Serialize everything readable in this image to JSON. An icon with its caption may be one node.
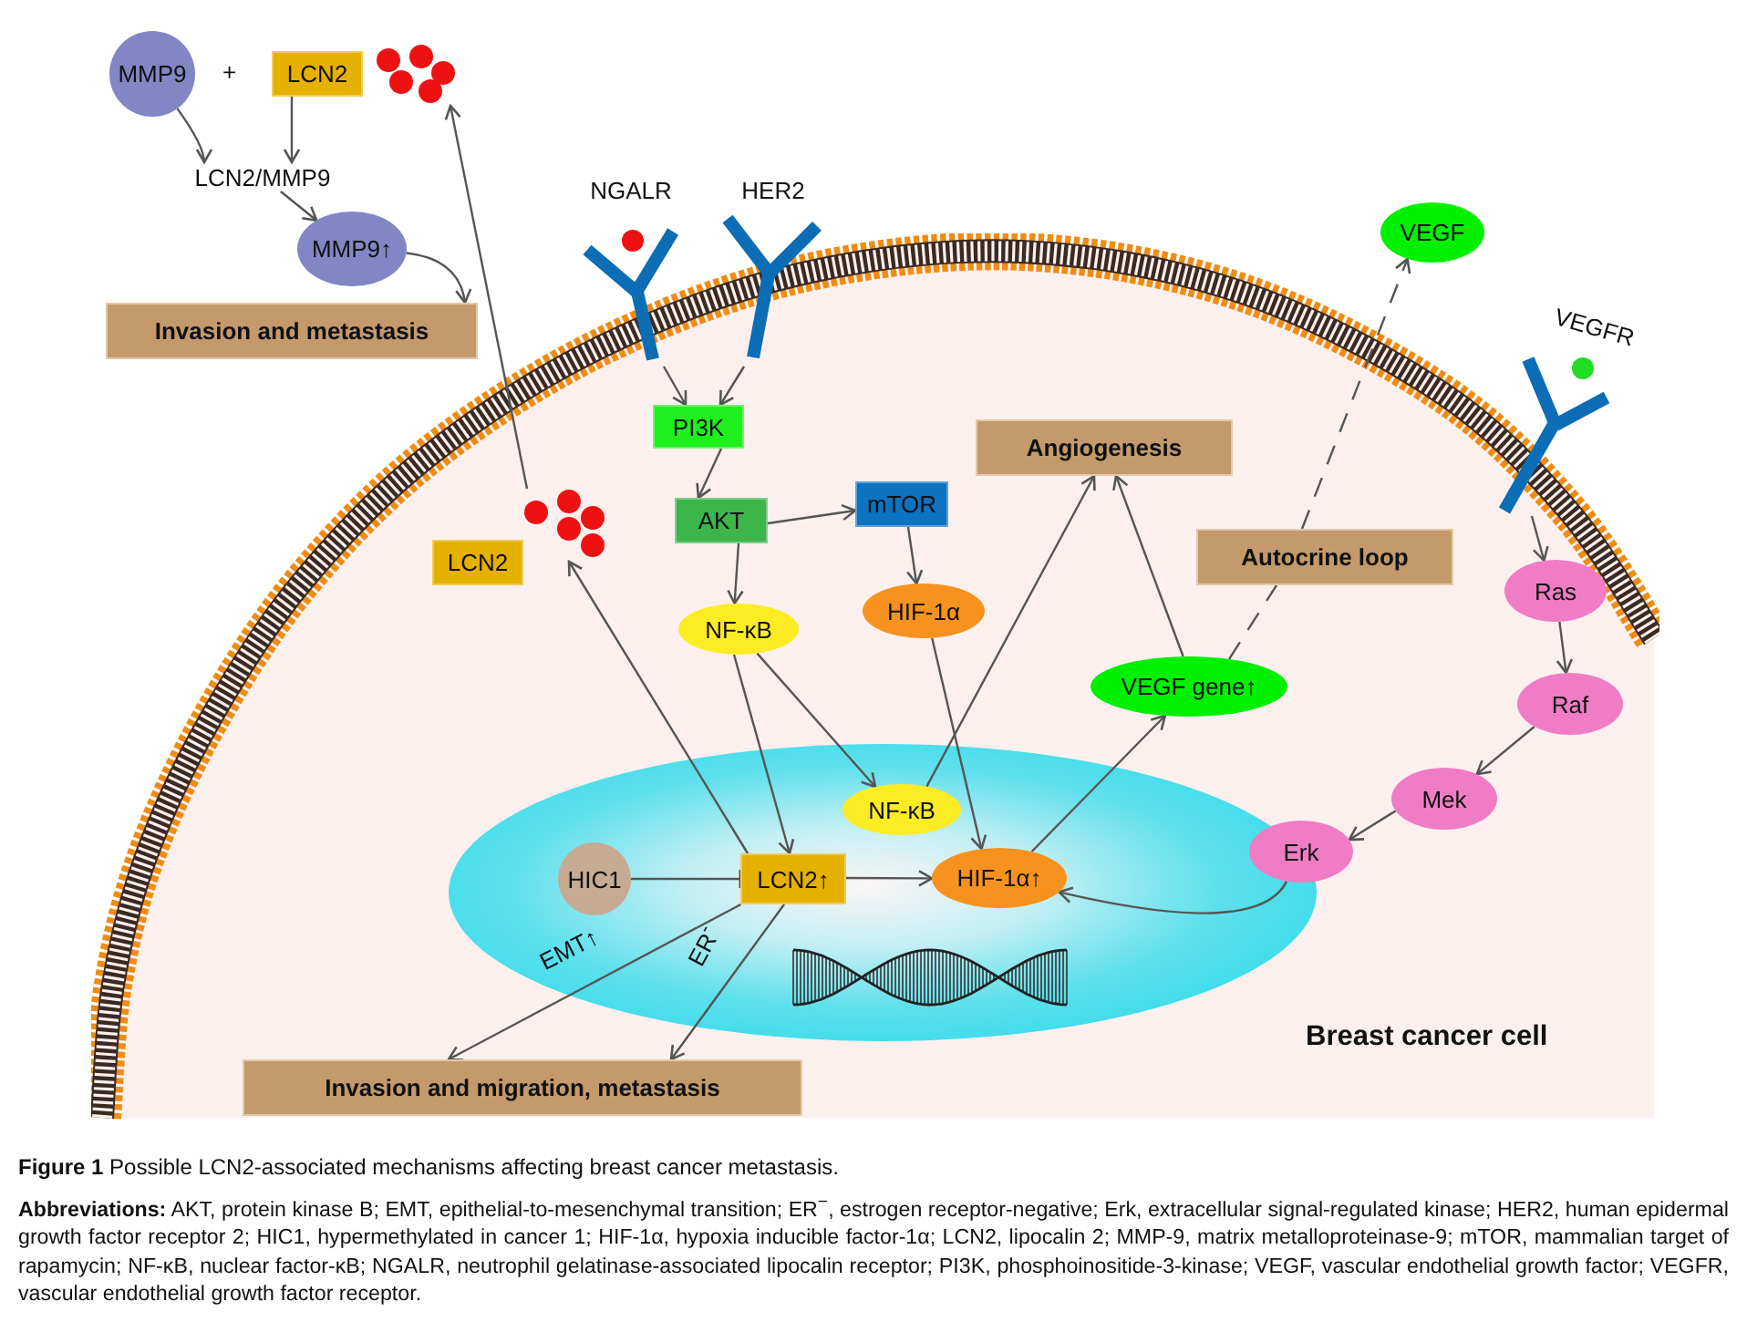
{
  "diagram": {
    "caption": "**Figure 1** Possible LCN2-associated mechanisms affecting breast cancer metastasis.",
    "nodes": [
      {
        "text": [
          "Breast cancer cell"
        ]
      },
      {
        "text": [
          "MMP9"
        ]
      },
      {
        "text": [
          "LCN2"
        ]
      },
      {
        "text": [],
        "shape": "picture"
      },
      {
        "text": [
          "LCN2/MMP9"
        ]
      },
      {
        "text": [
          "MMP9↑"
        ]
      },
      {
        "text": [
          "Invasion and metastasis"
        ]
      },
      {
        "text": [
          "NGALR"
        ]
      },
      {
        "text": [
          "HER2"
        ]
      },
      {
        "text": [
          "PI3K"
        ],
        "in": 0
      },
      {
        "text": [
          "AKT"
        ],
        "in": 0
      },
      {
        "text": [
          "mTOR"
        ],
        "in": 0
      },
      {
        "text": [
          "NF-κB"
        ],
        "in": 0
      },
      {
        "text": [
          "HIF-1α"
        ],
        "in": 0
      },
      {
        "text": [
          "Angiogenesis"
        ],
        "in": 0
      },
      {
        "text": [
          "Autocrine loop"
        ],
        "in": 0
      },
      {
        "text": [
          "VEGF"
        ]
      },
      {
        "text": [
          "VEGFR"
        ]
      },
      {
        "text": [],
        "shape": "picture",
        "in": 0
      },
      {
        "text": [
          "LCN2"
        ],
        "in": 0
      },
      {
        "text": [
          "Ras"
        ],
        "in": 0
      },
      {
        "text": [
          "Raf"
        ],
        "in": 0
      },
      {
        "text": [
          "Mek"
        ],
        "in": 0
      },
      {
        "text": [
          "Erk"
        ],
        "in": 0
      },
      {
        "text": [
          "VEGF gene↑"
        ],
        "in": 0
      },
      {
        "text": [],
        "shape": "ellipse",
        "in": 0
      },
      {
        "text": [
          "NF-κB"
        ],
        "in": 25
      },
      {
        "text": [
          "HIC1"
        ],
        "in": 25
      },
      {
        "text": [
          "LCN2↑"
        ],
        "in": 25
      },
      {
        "text": [
          "HIF-1α↑"
        ],
        "in": 25
      },
      {
        "text": [
          "Invasion and migration, metastasis"
        ],
        "in": 0
      }
    ],
    "edges": [
      {
        "from": 1,
        "to": 4,
        "arrow": "to"
      },
      {
        "from": 2,
        "to": 4,
        "arrow": "to"
      },
      {
        "from": 4,
        "to": 5,
        "arrow": "to"
      },
      {
        "from": 5,
        "to": 6,
        "arrow": "to"
      },
      {
        "from": 18,
        "to": 3,
        "arrow": "to"
      },
      {
        "from": 28,
        "to": 18,
        "arrow": "to"
      },
      {
        "from": 7,
        "to": 9,
        "arrow": "to"
      },
      {
        "from": 8,
        "to": 9,
        "arrow": "to"
      },
      {
        "from": 9,
        "to": 10,
        "arrow": "to"
      },
      {
        "from": 10,
        "to": 11,
        "arrow": "to"
      },
      {
        "from": 10,
        "to": 12,
        "arrow": "to"
      },
      {
        "from": 11,
        "to": 13,
        "arrow": "to"
      },
      {
        "from": 12,
        "to": 28,
        "arrow": "to"
      },
      {
        "from": 12,
        "to": 26,
        "arrow": "to"
      },
      {
        "from": 13,
        "to": 29,
        "arrow": "to"
      },
      {
        "from": 26,
        "to": 14,
        "arrow": "to"
      },
      {
        "from": 24,
        "to": 14,
        "arrow": "to"
      },
      {
        "from": 24,
        "to": 15,
        "arrow": "none",
        "style": "dashed"
      },
      {
        "from": 15,
        "to": 16,
        "arrow": "to",
        "style": "dashed"
      },
      {
        "from": 29,
        "to": 24,
        "arrow": "to"
      },
      {
        "from": 17,
        "to": 20,
        "arrow": "to"
      },
      {
        "from": 20,
        "to": 21,
        "arrow": "to"
      },
      {
        "from": 21,
        "to": 22,
        "arrow": "to"
      },
      {
        "from": 22,
        "to": 23,
        "arrow": "to"
      },
      {
        "from": 23,
        "to": 29,
        "arrow": "to"
      },
      {
        "from": 27,
        "to": 28,
        "arrow": "other"
      },
      {
        "from": 28,
        "to": 29,
        "arrow": "to"
      },
      {
        "from": 28,
        "to": 30,
        "arrow": "to",
        "label": "EMT↑"
      },
      {
        "from": 28,
        "to": 30,
        "arrow": "to",
        "label": "ER$^{-}$"
      }
    ],
    "labels": [
      "+",
      "**Abbreviations:** AKT, protein kinase B; EMT, epithelial-to-mesenchymal transition; ER$^{−}$, estrogen receptor-negative; Erk, extracellular signal-regulated kinase; HER2, human epidermal growth factor receptor 2; HIC1, hypermethylated in cancer 1; HIF-1α, hypoxia inducible factor-1α; LCN2, lipocalin 2; MMP-9, matrix metalloproteinase-9; mTOR, mammalian target of rapamycin; NF-κB, nuclear factor-κB; NGALR, neutrophil gelatinase-associated lipocalin receptor; PI3K, phosphoinositide-3-kinase; VEGF, vascular endothelial growth factor; VEGFR, vascular endothelial growth factor receptor."
    ]
  }
}
